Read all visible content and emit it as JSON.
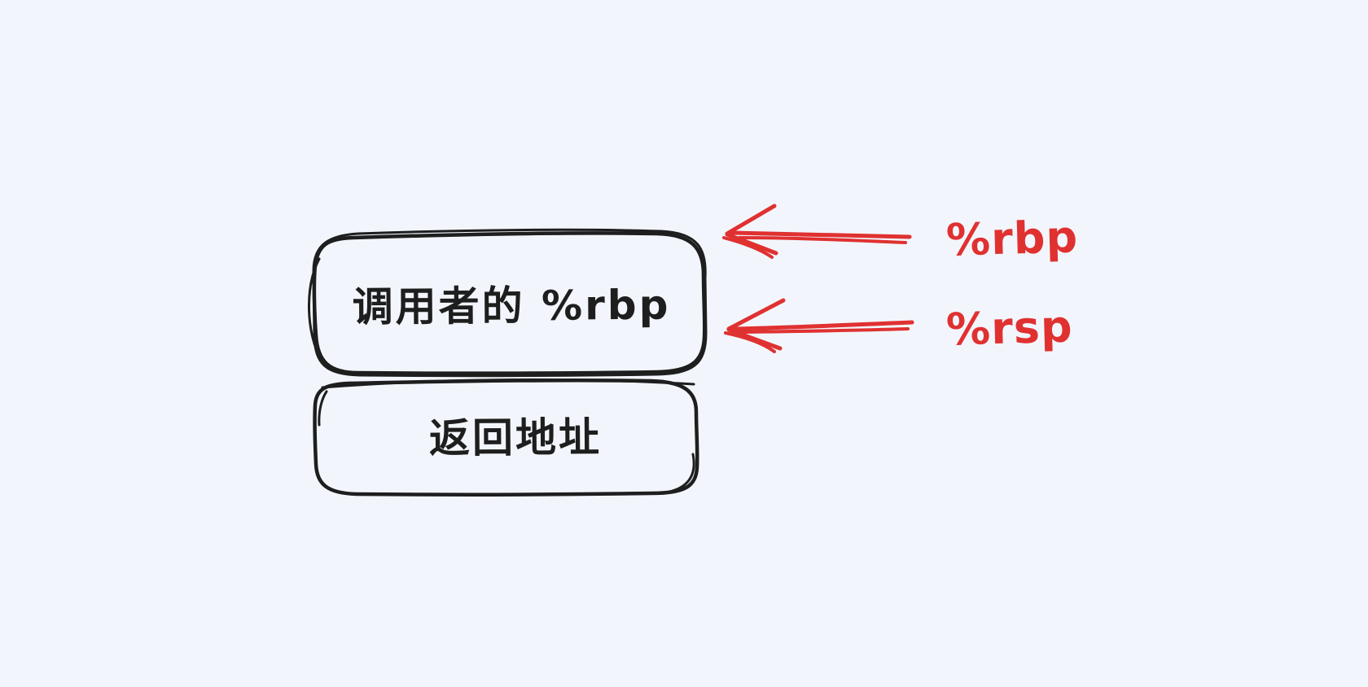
{
  "canvas": {
    "background_color": "#f2f6fc",
    "stroke_color": "#1e1e1e",
    "accent_color": "#e03131"
  },
  "stack_diagram": {
    "boxes": [
      {
        "id": "caller-rbp",
        "label": "调用者的 %rbp"
      },
      {
        "id": "return-address",
        "label": "返回地址"
      }
    ],
    "pointers": [
      {
        "label": "%rbp",
        "direction": "left",
        "points_to_box": "caller-rbp"
      },
      {
        "label": "%rsp",
        "direction": "left",
        "points_to_box": "caller-rbp"
      }
    ]
  }
}
